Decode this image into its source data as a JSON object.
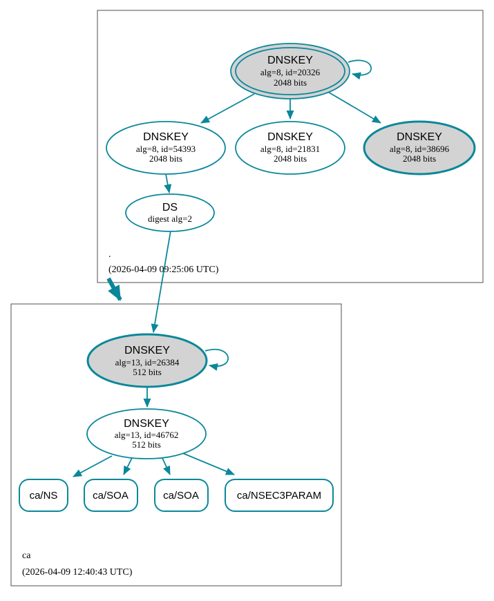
{
  "root_cluster": {
    "label": ".",
    "timestamp": "(2026-04-09 09:25:06 UTC)",
    "ksk": {
      "title": "DNSKEY",
      "detail": "alg=8, id=20326",
      "bits": "2048 bits"
    },
    "zsk_left": {
      "title": "DNSKEY",
      "detail": "alg=8, id=54393",
      "bits": "2048 bits"
    },
    "zsk_mid": {
      "title": "DNSKEY",
      "detail": "alg=8, id=21831",
      "bits": "2048 bits"
    },
    "ksk_right": {
      "title": "DNSKEY",
      "detail": "alg=8, id=38696",
      "bits": "2048 bits"
    },
    "ds": {
      "title": "DS",
      "detail": "digest alg=2"
    }
  },
  "ca_cluster": {
    "label": "ca",
    "timestamp": "(2026-04-09 12:40:43 UTC)",
    "ksk": {
      "title": "DNSKEY",
      "detail": "alg=13, id=26384",
      "bits": "512 bits"
    },
    "zsk": {
      "title": "DNSKEY",
      "detail": "alg=13, id=46762",
      "bits": "512 bits"
    },
    "rrsets": [
      {
        "label": "ca/NS"
      },
      {
        "label": "ca/SOA"
      },
      {
        "label": "ca/SOA"
      },
      {
        "label": "ca/NSEC3PARAM"
      }
    ]
  },
  "colors": {
    "secure_edge": "#0a879a",
    "node_fill_gray": "#d3d3d3",
    "node_fill_white": "#ffffff",
    "cluster_border": "#4f4f4f",
    "text": "#000000"
  }
}
